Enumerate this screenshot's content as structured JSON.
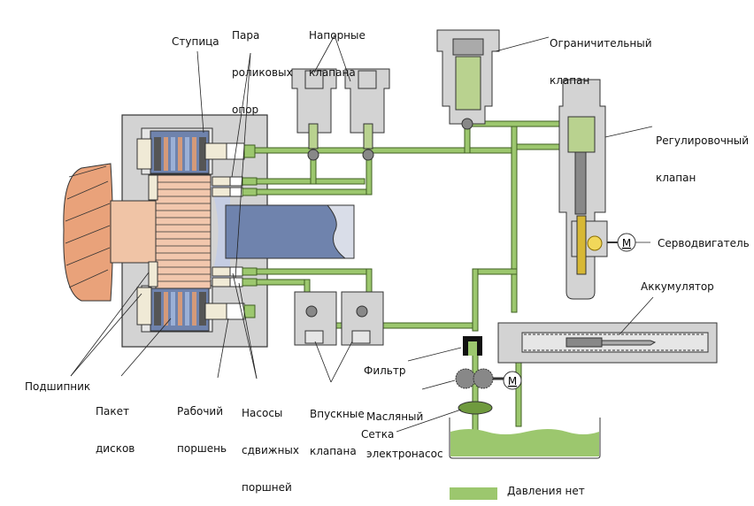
{
  "diagram": {
    "title": "Гидравлическая схема муфты полного привода",
    "colors": {
      "oil": "#9cc76e",
      "oil_dark": "#3f5f22",
      "housing": "#d3d3d3",
      "housing_light": "#e6e6e6",
      "shaft_blue": "#6f83ad",
      "gear_copper": "#e9a27a",
      "rack_yellow": "#d7b835"
    },
    "labels": {
      "hub": "Ступица",
      "roller_bearings": [
        "Пара",
        "роликовых",
        "опор"
      ],
      "pressure_valves": [
        "Напорные",
        "клапана"
      ],
      "limiting_valve": [
        "Ограничительный",
        "клапан"
      ],
      "control_valve": [
        "Регулировочный",
        "клапан"
      ],
      "servomotor": "Серводвигатель",
      "motor_symbol": "M",
      "accumulator": "Аккумулятор",
      "bearing": "Подшипник",
      "disc_pack": [
        "Пакет",
        "дисков"
      ],
      "working_piston": [
        "Рабочий",
        "поршень"
      ],
      "shift_piston_pumps": [
        "Насосы",
        "сдвижных",
        "поршней"
      ],
      "intake_valves": [
        "Впускные",
        "клапана"
      ],
      "filter": "Фильтр",
      "oil_pump": [
        "Масляный",
        "электронасос"
      ],
      "screen": "Сетка"
    },
    "legend": [
      {
        "label": "Давления нет",
        "color": "#9cc76e"
      }
    ]
  }
}
